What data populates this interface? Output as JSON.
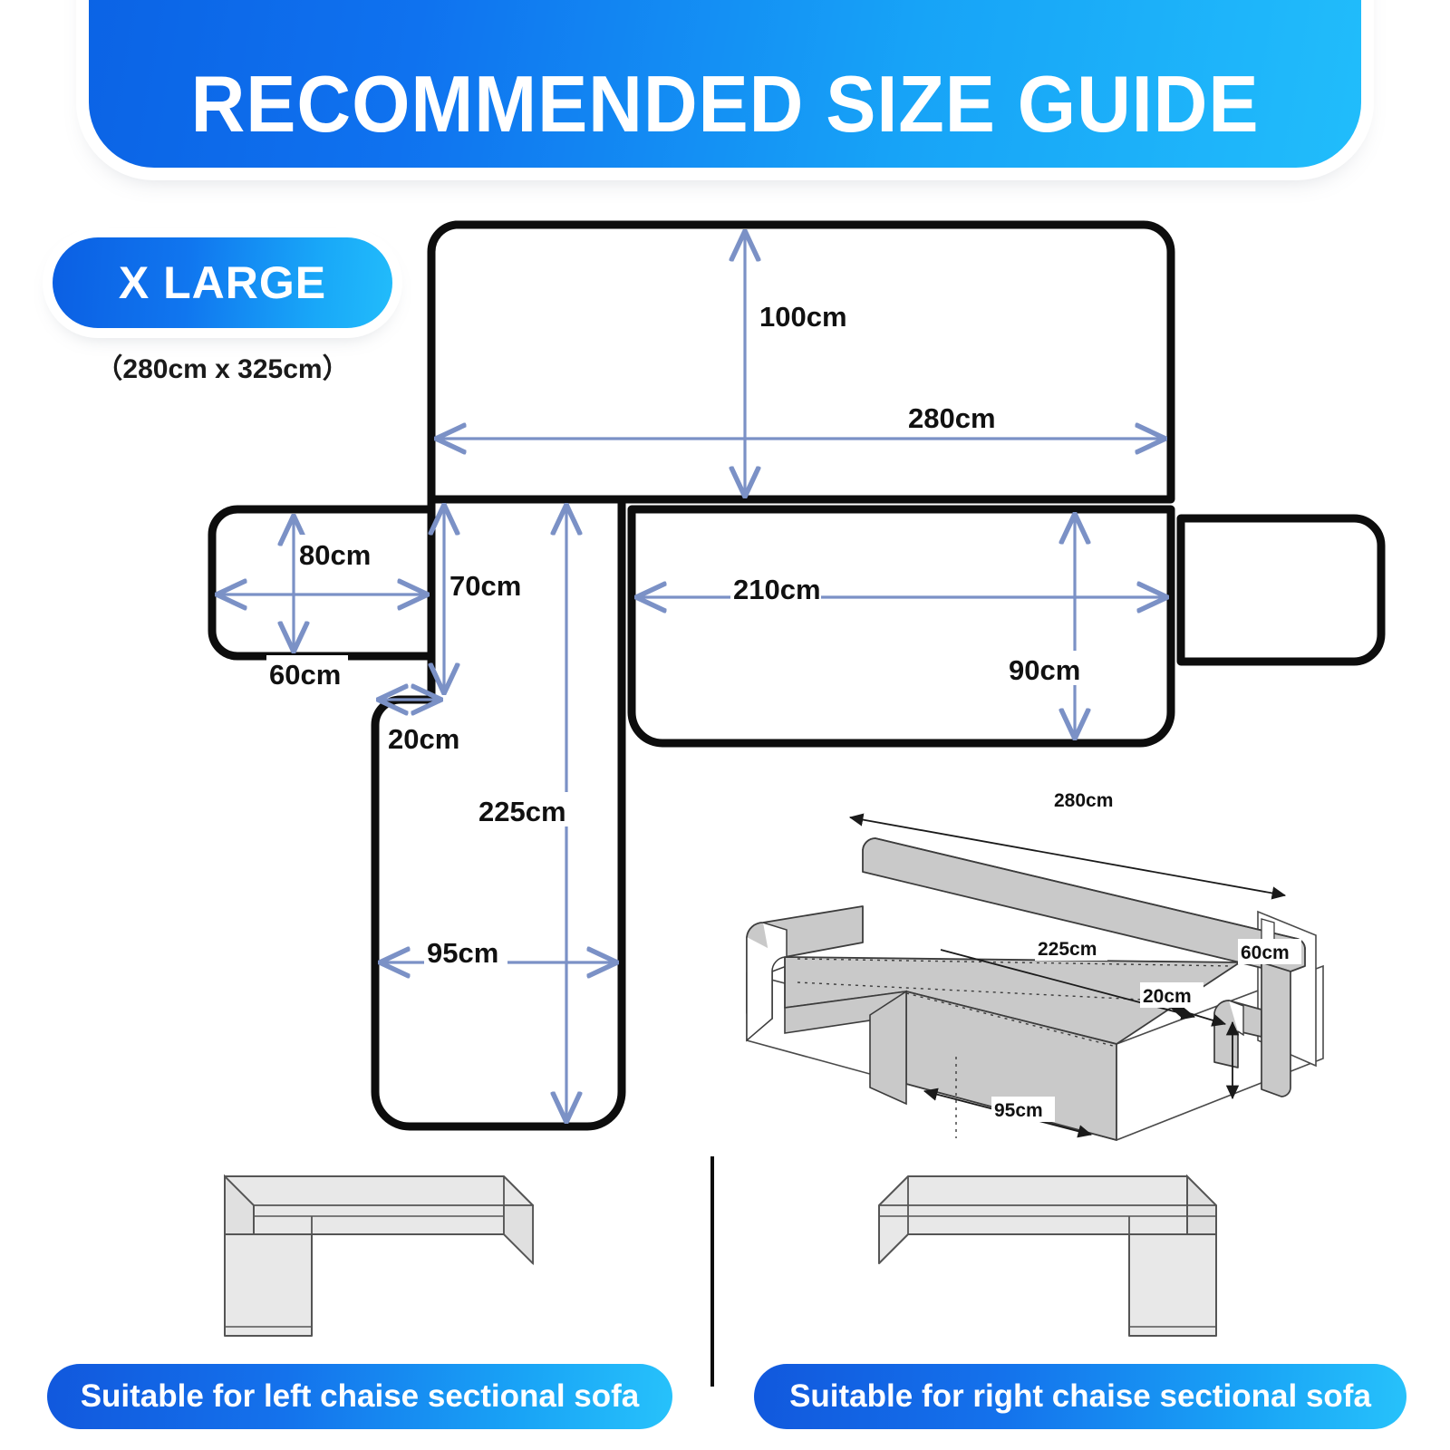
{
  "header": {
    "title": "RECOMMENDED SIZE GUIDE"
  },
  "size_badge": {
    "label": "X LARGE",
    "dimensions": "（280cm x 325cm）"
  },
  "flat_pattern": {
    "name": "flat-pattern-diagram",
    "measurements": {
      "backrest_height": "100cm",
      "backrest_width": "280cm",
      "left_arm_height": "80cm",
      "left_arm_width": "60cm",
      "seat_depth_left": "70cm",
      "chaise_offset": "20cm",
      "chaise_length": "225cm",
      "chaise_width": "95cm",
      "seat_width": "210cm",
      "seat_depth": "90cm"
    }
  },
  "sofa_3d": {
    "name": "three-d-sofa-illustration",
    "measurements": {
      "total_width": "280cm",
      "chaise_length": "225cm",
      "arm_height": "60cm",
      "arm_depth": "20cm",
      "chaise_width": "95cm"
    }
  },
  "footer": {
    "left_label": "Suitable for left chaise sectional sofa",
    "right_label": "Suitable for right chaise sectional sofa"
  },
  "colors": {
    "brand_blue_dark": "#0b5fe3",
    "brand_blue_light": "#22bcfb",
    "outline_black": "#0d0d0d",
    "dimension_blue": "#7b91c6",
    "sofa_gray": "#c9c9c9"
  }
}
